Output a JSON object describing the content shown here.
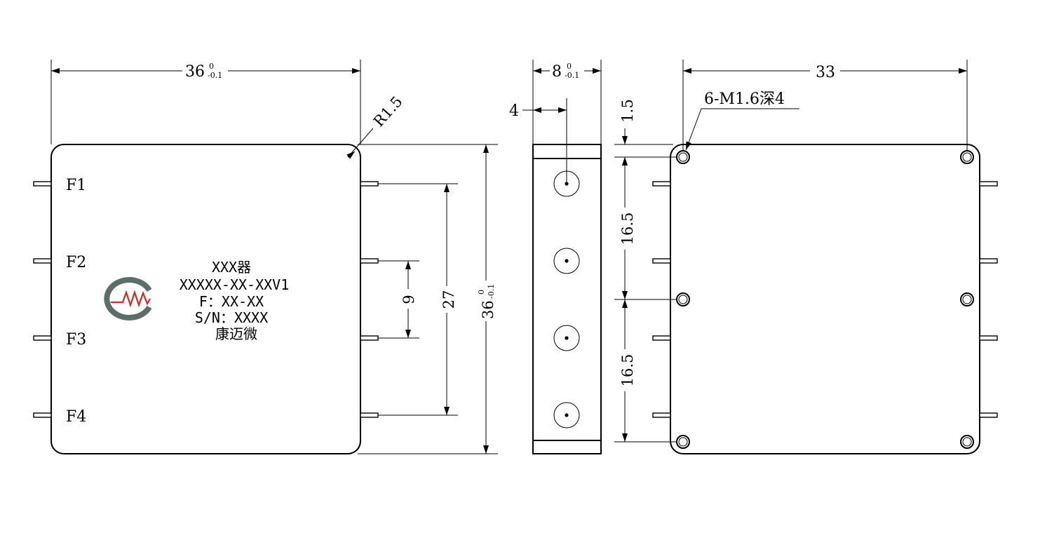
{
  "front_view": {
    "width_dim": "36",
    "width_tol_upper": "0",
    "width_tol_lower": "-0.1",
    "corner_radius": "R1.5",
    "pin_labels": [
      "F1",
      "F2",
      "F3",
      "F4"
    ],
    "marking": {
      "name": "XXX器",
      "model": "XXXXX-XX-XXV1",
      "freq": "F：XX-XX",
      "serial": "S/N：XXXX",
      "maker": "康迈微"
    },
    "logo_colors": {
      "ring": "#5a6e6a",
      "wave": "#d6281c"
    },
    "pin_pitch_dim": "9",
    "pin_span_dim": "27",
    "height_dim": "36",
    "height_tol_upper": "0",
    "height_tol_lower": "-0.1"
  },
  "side_view": {
    "thickness_dim": "8",
    "thickness_tol_upper": "0",
    "thickness_tol_lower": "-0.1",
    "connector_offset_dim": "4"
  },
  "rear_view": {
    "hole_span_dim": "33",
    "hole_callout": "6-M1.6深4",
    "hole_edge_dim": "1.5",
    "hole_pitch_upper_dim": "16.5",
    "hole_pitch_lower_dim": "16.5"
  }
}
